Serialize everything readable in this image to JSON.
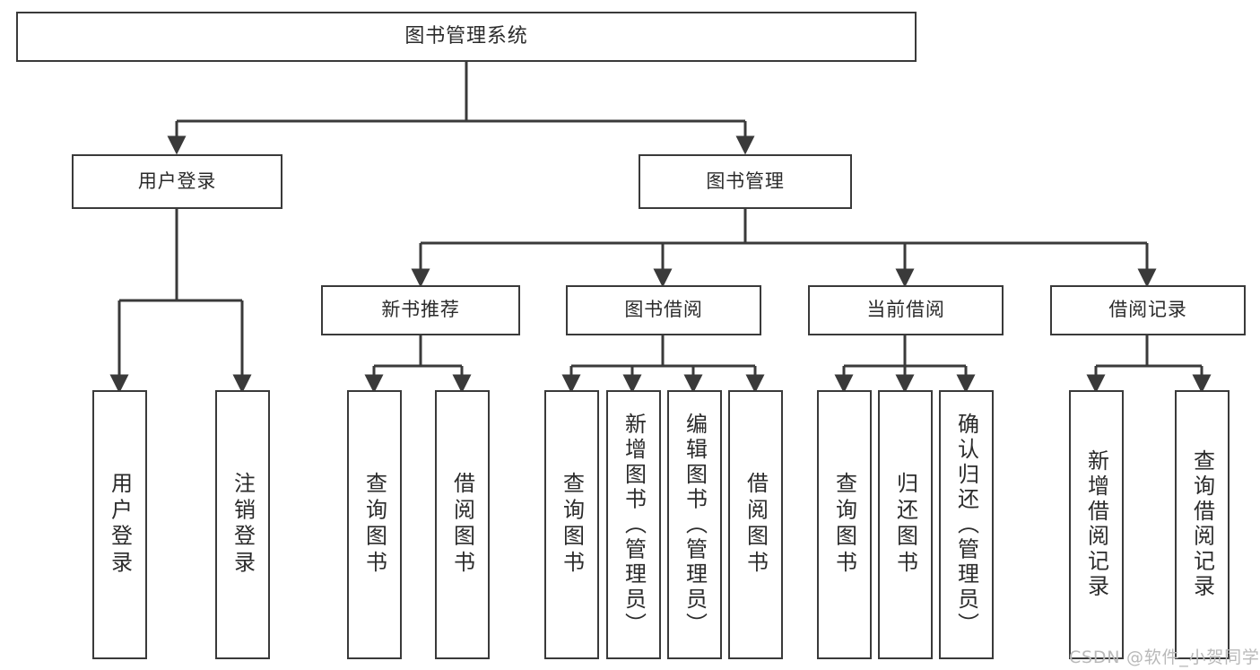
{
  "diagram": {
    "kind": "hierarchy-tree",
    "title": "图书管理系统",
    "colors": {
      "stroke": "#3a3a3a",
      "background": "#ffffff",
      "text": "#2b2b2b",
      "watermark": "#b9b9b9"
    },
    "watermark": "CSDN @软件_小贺同学"
  },
  "nodes": {
    "root": {
      "label": "图书管理系统"
    },
    "level2": [
      {
        "id": "user-login",
        "label": "用户登录"
      },
      {
        "id": "book-manage",
        "label": "图书管理"
      }
    ],
    "level3": [
      {
        "id": "new-book-recommend",
        "label": "新书推荐"
      },
      {
        "id": "book-borrow",
        "label": "图书借阅"
      },
      {
        "id": "current-borrow",
        "label": "当前借阅"
      },
      {
        "id": "borrow-record",
        "label": "借阅记录"
      }
    ],
    "leaves": {
      "user-login": [
        {
          "id": "leaf-user-login",
          "label": "用户登录"
        },
        {
          "id": "leaf-logout-login",
          "label": "注销登录"
        }
      ],
      "new-book-recommend": [
        {
          "id": "leaf-query-book-1",
          "label": "查询图书"
        },
        {
          "id": "leaf-borrow-book-1",
          "label": "借阅图书"
        }
      ],
      "book-borrow": [
        {
          "id": "leaf-query-book-2",
          "label": "查询图书"
        },
        {
          "id": "leaf-add-book",
          "label": "新增图书（管理员）"
        },
        {
          "id": "leaf-edit-book",
          "label": "编辑图书（管理员）"
        },
        {
          "id": "leaf-borrow-book-2",
          "label": "借阅图书"
        }
      ],
      "current-borrow": [
        {
          "id": "leaf-query-book-3",
          "label": "查询图书"
        },
        {
          "id": "leaf-return-book",
          "label": "归还图书"
        },
        {
          "id": "leaf-confirm-return",
          "label": "确认归还（管理员）"
        }
      ],
      "borrow-record": [
        {
          "id": "leaf-add-record",
          "label": "新增借阅记录"
        },
        {
          "id": "leaf-query-record",
          "label": "查询借阅记录"
        }
      ]
    }
  }
}
